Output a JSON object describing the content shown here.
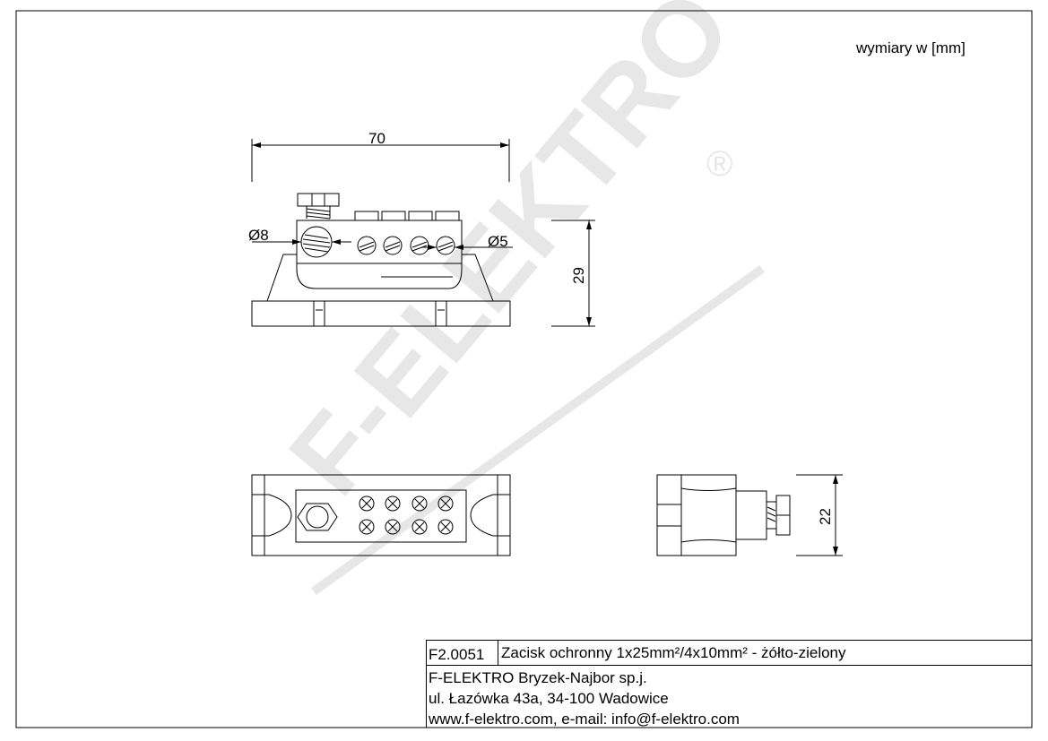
{
  "units_note": "wymiary w [mm]",
  "watermark": "F-ELEKTRO",
  "watermark_mark": "®",
  "dimensions": {
    "width": "70",
    "height": "29",
    "depth": "22",
    "hole_large": "Ø8",
    "hole_small": "Ø5"
  },
  "title_block": {
    "code": "F2.0051",
    "description": "Zacisk ochronny 1x25mm²/4x10mm² - żółto-zielony",
    "company": "F-ELEKTRO Bryzek-Najbor sp.j.",
    "address": "ul. Łazówka 43a,  34-100 Wadowice",
    "contact": "www.f-elektro.com, e-mail: info@f-elektro.com"
  }
}
